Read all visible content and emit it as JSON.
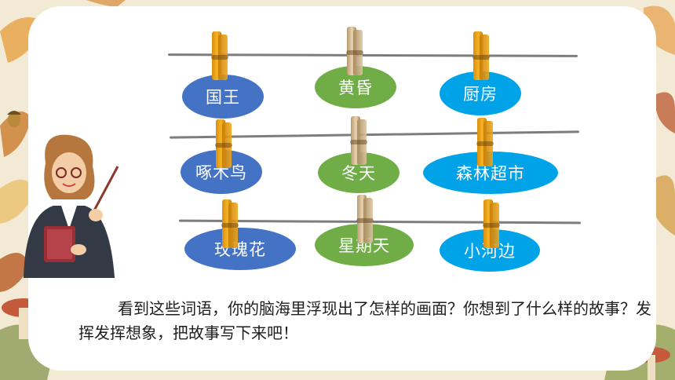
{
  "words": [
    {
      "text": "国王",
      "color": "#4472c4"
    },
    {
      "text": "黄昏",
      "color": "#70ad47"
    },
    {
      "text": "厨房",
      "color": "#00a2e8"
    },
    {
      "text": "啄木鸟",
      "color": "#4472c4"
    },
    {
      "text": "冬天",
      "color": "#70ad47"
    },
    {
      "text": "森林超市",
      "color": "#00a2e8"
    },
    {
      "text": "玫瑰花",
      "color": "#4472c4"
    },
    {
      "text": "星期天",
      "color": "#70ad47"
    },
    {
      "text": "小河边",
      "color": "#00a2e8"
    }
  ],
  "prompt_text": "看到这些词语，你的脑海里浮现出了怎样的画面？你想到了什么样的故事？发挥发挥想象，把故事写下来吧！",
  "icons": [
    "autumn-leaf-icon",
    "mushroom-icon",
    "acorn-icon",
    "clothespin-icon",
    "teacher-with-pointer-icon"
  ]
}
